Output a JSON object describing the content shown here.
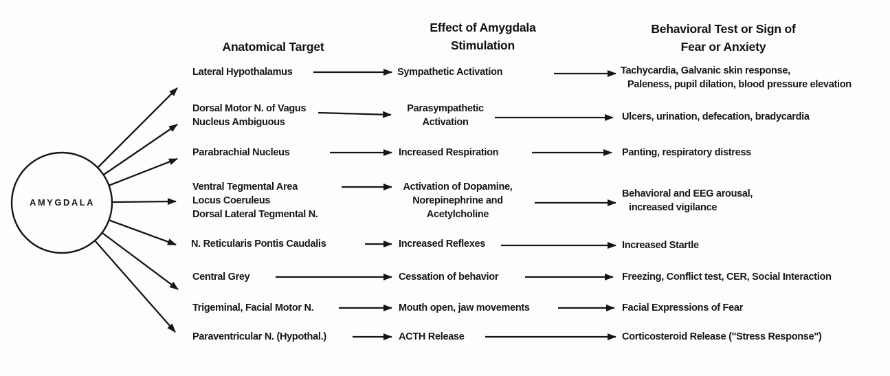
{
  "figure": {
    "node": {
      "label": "AMYGDALA"
    },
    "columns": {
      "anatomical": "Anatomical Target",
      "effect": "Effect of Amygdala\nStimulation",
      "behavioral": "Behavioral Test or Sign of\nFear or Anxiety"
    },
    "rows": [
      {
        "target": "Lateral Hypothalamus",
        "effect": "Sympathetic Activation",
        "behavior": "Tachycardia, Galvanic skin response,\nPaleness, pupil dilation, blood pressure elevation"
      },
      {
        "target": "Dorsal Motor N. of Vagus\nNucleus Ambiguous",
        "effect": "Parasympathetic\nActivation",
        "behavior": "Ulcers, urination, defecation, bradycardia"
      },
      {
        "target": "Parabrachial Nucleus",
        "effect": "Increased Respiration",
        "behavior": "Panting, respiratory distress"
      },
      {
        "target": "Ventral Tegmental Area\nLocus Coeruleus\nDorsal Lateral Tegmental N.",
        "effect": "Activation of Dopamine,\nNorepinephrine and\nAcetylcholine",
        "behavior": "Behavioral and EEG arousal,\nincreased vigilance"
      },
      {
        "target": "N. Reticularis Pontis Caudalis",
        "effect": "Increased Reflexes",
        "behavior": "Increased Startle"
      },
      {
        "target": "Central Grey",
        "effect": "Cessation of behavior",
        "behavior": "Freezing, Conflict test, CER, Social Interaction"
      },
      {
        "target": "Trigeminal, Facial Motor N.",
        "effect": "Mouth open, jaw movements",
        "behavior": "Facial Expressions of Fear"
      },
      {
        "target": "Paraventricular N. (Hypothal.)",
        "effect": "ACTH Release",
        "behavior": "Corticosteroid Release (\"Stress Response\")"
      }
    ],
    "colors": {
      "ink": "#161616",
      "background": "#fdfdfc"
    }
  }
}
